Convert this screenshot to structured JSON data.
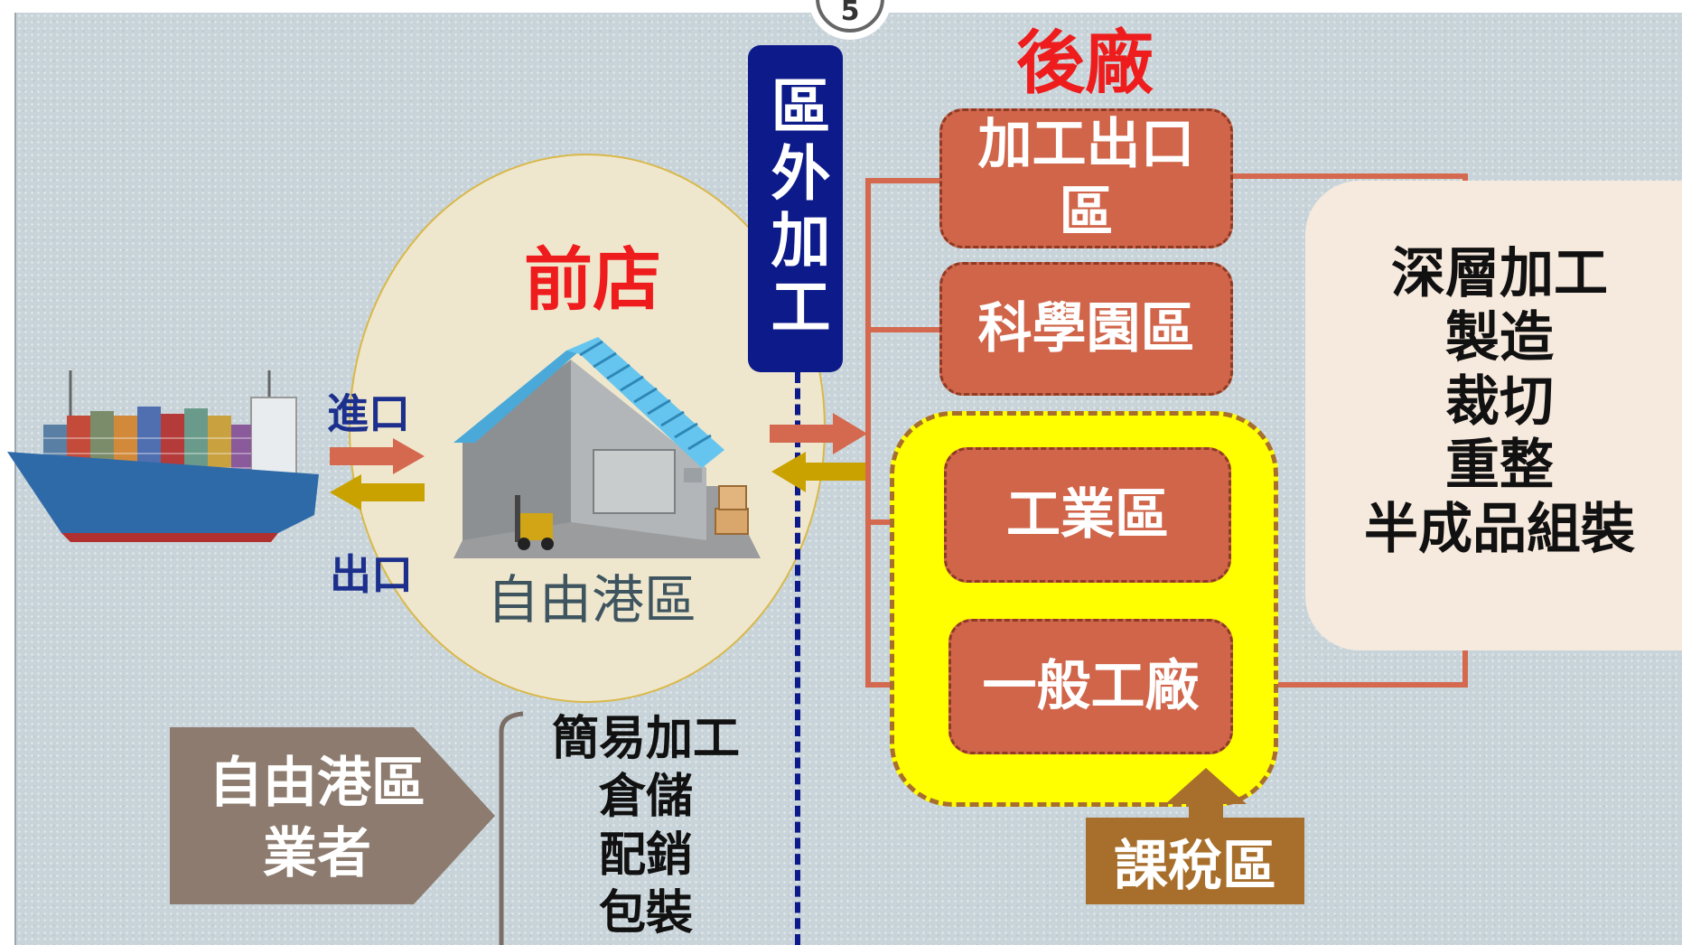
{
  "page_number": "5",
  "front": {
    "title": "前店",
    "circle_label": "自由港區",
    "import_label": "進口",
    "export_label": "出口"
  },
  "vertical_label": "區外加工",
  "back": {
    "title": "後廠",
    "zones": [
      {
        "label": "加工出口區"
      },
      {
        "label": "科學園區"
      },
      {
        "label": "工業區"
      },
      {
        "label": "一般工廠"
      }
    ],
    "taxed_label": "課稅區",
    "activities": [
      "深層加工",
      "製造",
      "裁切",
      "重整",
      "半成品組裝"
    ]
  },
  "operator": {
    "label": "自由港區業者",
    "services": [
      "簡易加工",
      "倉儲",
      "配銷",
      "包裝"
    ]
  },
  "colors": {
    "title_red": "#ee1c1c",
    "navy": "#0d1a8a",
    "zone_orange": "#d0654a",
    "taxed_yellow": "#ffff00",
    "taxed_brown": "#a86f2c",
    "operator_gray": "#8c7b6e",
    "circle_fill": "#efe7cd",
    "arrow_orange": "#d4694f",
    "arrow_gold": "#c9a200"
  },
  "icons": [
    "cargo-ship-icon",
    "warehouse-icon"
  ]
}
